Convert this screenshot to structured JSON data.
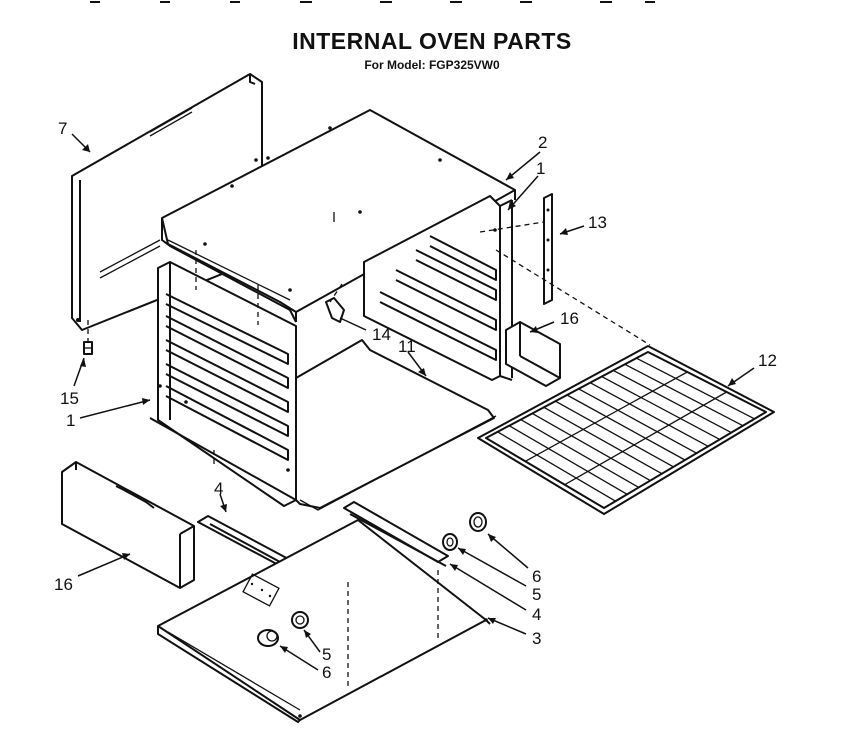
{
  "header": {
    "title": "INTERNAL OVEN PARTS",
    "subtitle": "For Model: FGP325VW0"
  },
  "callouts": {
    "c7": "7",
    "c2": "2",
    "c1_top": "1",
    "c13": "13",
    "c16_right": "16",
    "c14": "14",
    "c11": "11",
    "c12": "12",
    "c15": "15",
    "c1_left": "1",
    "c4_top": "4",
    "c16_left": "16",
    "c6_right": "6",
    "c5_right": "5",
    "c4_right": "4",
    "c3": "3",
    "c5_bottom": "5",
    "c6_bottom": "6"
  }
}
